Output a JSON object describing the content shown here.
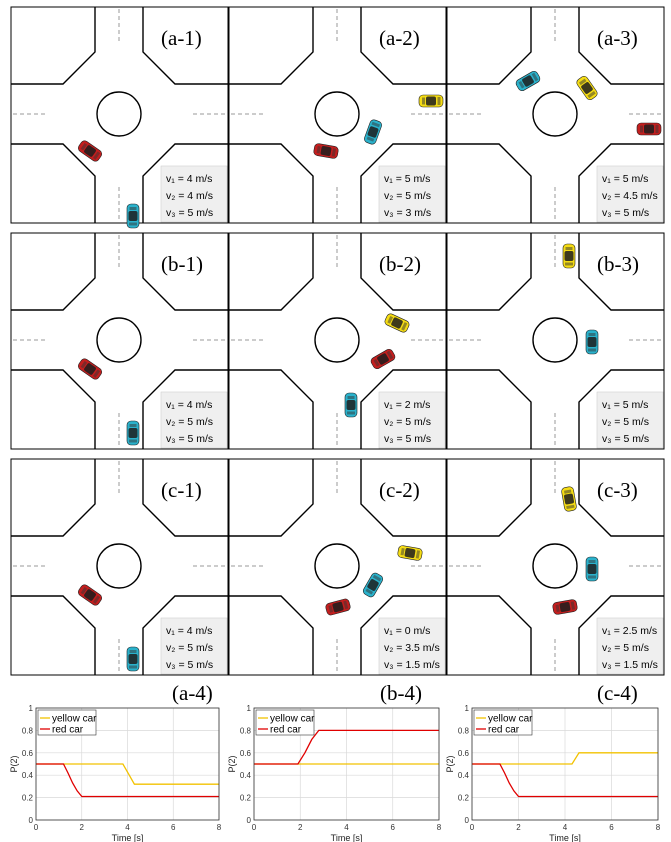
{
  "figure": {
    "colors": {
      "yellow_car": "#f5dc14",
      "red_car": "#c41e1e",
      "blue_car": "#2ab2cc",
      "road_line": "#000000",
      "lane_dash": "#9a9a9a",
      "speed_box": "#efefef",
      "yellow_line": "#f2c200",
      "red_line": "#e00000",
      "grid": "#d9d9d9"
    },
    "panels": [
      {
        "label": "(a-1)",
        "speeds": [
          "v₁ = 4 m/s",
          "v₂ = 4 m/s",
          "v₃ = 5 m/s"
        ]
      },
      {
        "label": "(a-2)",
        "speeds": [
          "v₁ = 5 m/s",
          "v₂ = 5 m/s",
          "v₃ = 3 m/s"
        ]
      },
      {
        "label": "(a-3)",
        "speeds": [
          "v₁ = 5 m/s",
          "v₂ = 4.5 m/s",
          "v₃ = 5 m/s"
        ]
      },
      {
        "label": "(b-1)",
        "speeds": [
          "v₁ = 4 m/s",
          "v₂ = 5 m/s",
          "v₃ = 5 m/s"
        ]
      },
      {
        "label": "(b-2)",
        "speeds": [
          "v₁ = 2 m/s",
          "v₂ = 5 m/s",
          "v₃ = 5 m/s"
        ]
      },
      {
        "label": "(b-3)",
        "speeds": [
          "v₁ = 5 m/s",
          "v₂ = 5 m/s",
          "v₃ = 5 m/s"
        ]
      },
      {
        "label": "(c-1)",
        "speeds": [
          "v₁ = 4 m/s",
          "v₂ = 5 m/s",
          "v₃ = 5 m/s"
        ]
      },
      {
        "label": "(c-2)",
        "speeds": [
          "v₁ = 0 m/s",
          "v₂ = 3.5 m/s",
          "v₃ = 1.5 m/s"
        ]
      },
      {
        "label": "(c-3)",
        "speeds": [
          "v₁ = 2.5 m/s",
          "v₂ = 5 m/s",
          "v₃ = 1.5 m/s"
        ]
      }
    ]
  },
  "chart_data": [
    {
      "type": "line",
      "panel_label": "(a-4)",
      "xlabel": "Time [s]",
      "ylabel": "P(2)",
      "xlim": [
        0,
        8
      ],
      "ylim": [
        0,
        1
      ],
      "xticks": [
        0,
        2,
        4,
        6,
        8
      ],
      "yticks": [
        0,
        0.2,
        0.4,
        0.6,
        0.8,
        1
      ],
      "grid": true,
      "legend_position": "top-left",
      "series": [
        {
          "name": "yellow car",
          "color": "yellow",
          "points": [
            [
              0,
              0.5
            ],
            [
              3.8,
              0.5
            ],
            [
              4.3,
              0.32
            ],
            [
              8,
              0.32
            ]
          ]
        },
        {
          "name": "red car",
          "color": "red",
          "points": [
            [
              0,
              0.5
            ],
            [
              1.2,
              0.5
            ],
            [
              1.4,
              0.42
            ],
            [
              1.6,
              0.33
            ],
            [
              1.8,
              0.26
            ],
            [
              2,
              0.21
            ],
            [
              8,
              0.21
            ]
          ]
        }
      ]
    },
    {
      "type": "line",
      "panel_label": "(b-4)",
      "xlabel": "Time [s]",
      "ylabel": "P(2)",
      "xlim": [
        0,
        8
      ],
      "ylim": [
        0,
        1
      ],
      "xticks": [
        0,
        2,
        4,
        6,
        8
      ],
      "yticks": [
        0,
        0.2,
        0.4,
        0.6,
        0.8,
        1
      ],
      "grid": true,
      "legend_position": "top-left",
      "series": [
        {
          "name": "yellow car",
          "color": "yellow",
          "points": [
            [
              0,
              0.5
            ],
            [
              8,
              0.5
            ]
          ]
        },
        {
          "name": "red car",
          "color": "red",
          "points": [
            [
              0,
              0.5
            ],
            [
              1.9,
              0.5
            ],
            [
              2.2,
              0.6
            ],
            [
              2.5,
              0.72
            ],
            [
              2.8,
              0.8
            ],
            [
              8,
              0.8
            ]
          ]
        }
      ]
    },
    {
      "type": "line",
      "panel_label": "(c-4)",
      "xlabel": "Time [s]",
      "ylabel": "P(2)",
      "xlim": [
        0,
        8
      ],
      "ylim": [
        0,
        1
      ],
      "xticks": [
        0,
        2,
        4,
        6,
        8
      ],
      "yticks": [
        0,
        0.2,
        0.4,
        0.6,
        0.8,
        1
      ],
      "grid": true,
      "legend_position": "top-left",
      "series": [
        {
          "name": "yellow car",
          "color": "yellow",
          "points": [
            [
              0,
              0.5
            ],
            [
              4.3,
              0.5
            ],
            [
              4.6,
              0.6
            ],
            [
              8,
              0.6
            ]
          ]
        },
        {
          "name": "red car",
          "color": "red",
          "points": [
            [
              0,
              0.5
            ],
            [
              1.2,
              0.5
            ],
            [
              1.4,
              0.42
            ],
            [
              1.6,
              0.33
            ],
            [
              1.8,
              0.26
            ],
            [
              2,
              0.21
            ],
            [
              8,
              0.21
            ]
          ]
        }
      ]
    }
  ]
}
